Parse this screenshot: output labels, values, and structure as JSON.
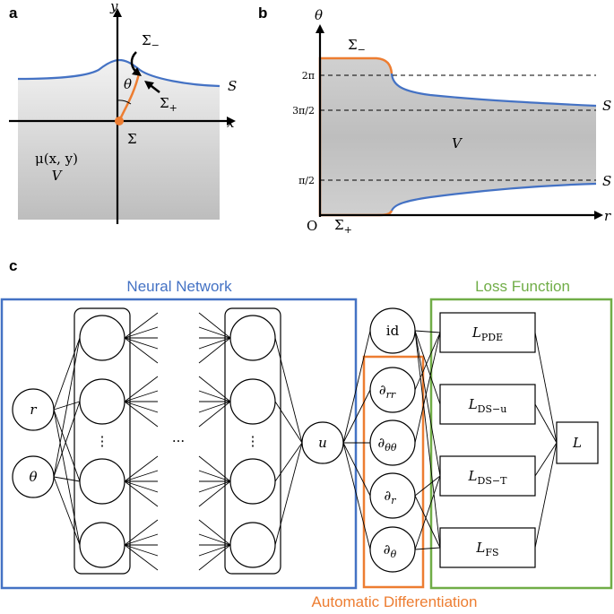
{
  "colors": {
    "blue": "#4472c4",
    "orange": "#ed7d31",
    "green": "#70ad47",
    "gray_region": "#d9d9d9"
  },
  "panel_a": {
    "letter": "a",
    "axis_y": "y",
    "axis_x": "x",
    "sigma_minus_base": "Σ",
    "sigma_minus_sub": "−",
    "sigma_plus_base": "Σ",
    "sigma_plus_sub": "+",
    "sigma": "Σ",
    "theta": "θ",
    "surface": "S",
    "mu": "μ(x, y)",
    "volume": "V"
  },
  "panel_b": {
    "letter": "b",
    "axis_theta": "θ",
    "axis_r": "r",
    "origin": "O",
    "tick_2pi": "2π",
    "tick_3pi2": "3π/2",
    "tick_pi2": "π/2",
    "sigma_minus_base": "Σ",
    "sigma_minus_sub": "−",
    "sigma_plus_base": "Σ",
    "sigma_plus_sub": "+",
    "surface_top": "S",
    "surface_bottom": "S",
    "volume": "V"
  },
  "panel_c": {
    "letter": "c",
    "nn_title": "Neural Network",
    "loss_title": "Loss Function",
    "ad_title": "Automatic Differentiation",
    "input_r": "r",
    "input_theta": "θ",
    "vdots_1": "⋮",
    "vdots_2": "⋮",
    "hdots": "···",
    "output_u": "u",
    "op_id": "id",
    "op_drr_base": "∂",
    "op_drr_sub": "rr",
    "op_dtt_base": "∂",
    "op_dtt_sub": "θθ",
    "op_dr_base": "∂",
    "op_dr_sub": "r",
    "op_dt_base": "∂",
    "op_dt_sub": "θ",
    "loss_pde_base": "L",
    "loss_pde_sub": "PDE",
    "loss_dsu_base": "L",
    "loss_dsu_sub": "DS−u",
    "loss_dst_base": "L",
    "loss_dst_sub": "DS−T",
    "loss_fs_base": "L",
    "loss_fs_sub": "FS",
    "loss_total": "L"
  }
}
